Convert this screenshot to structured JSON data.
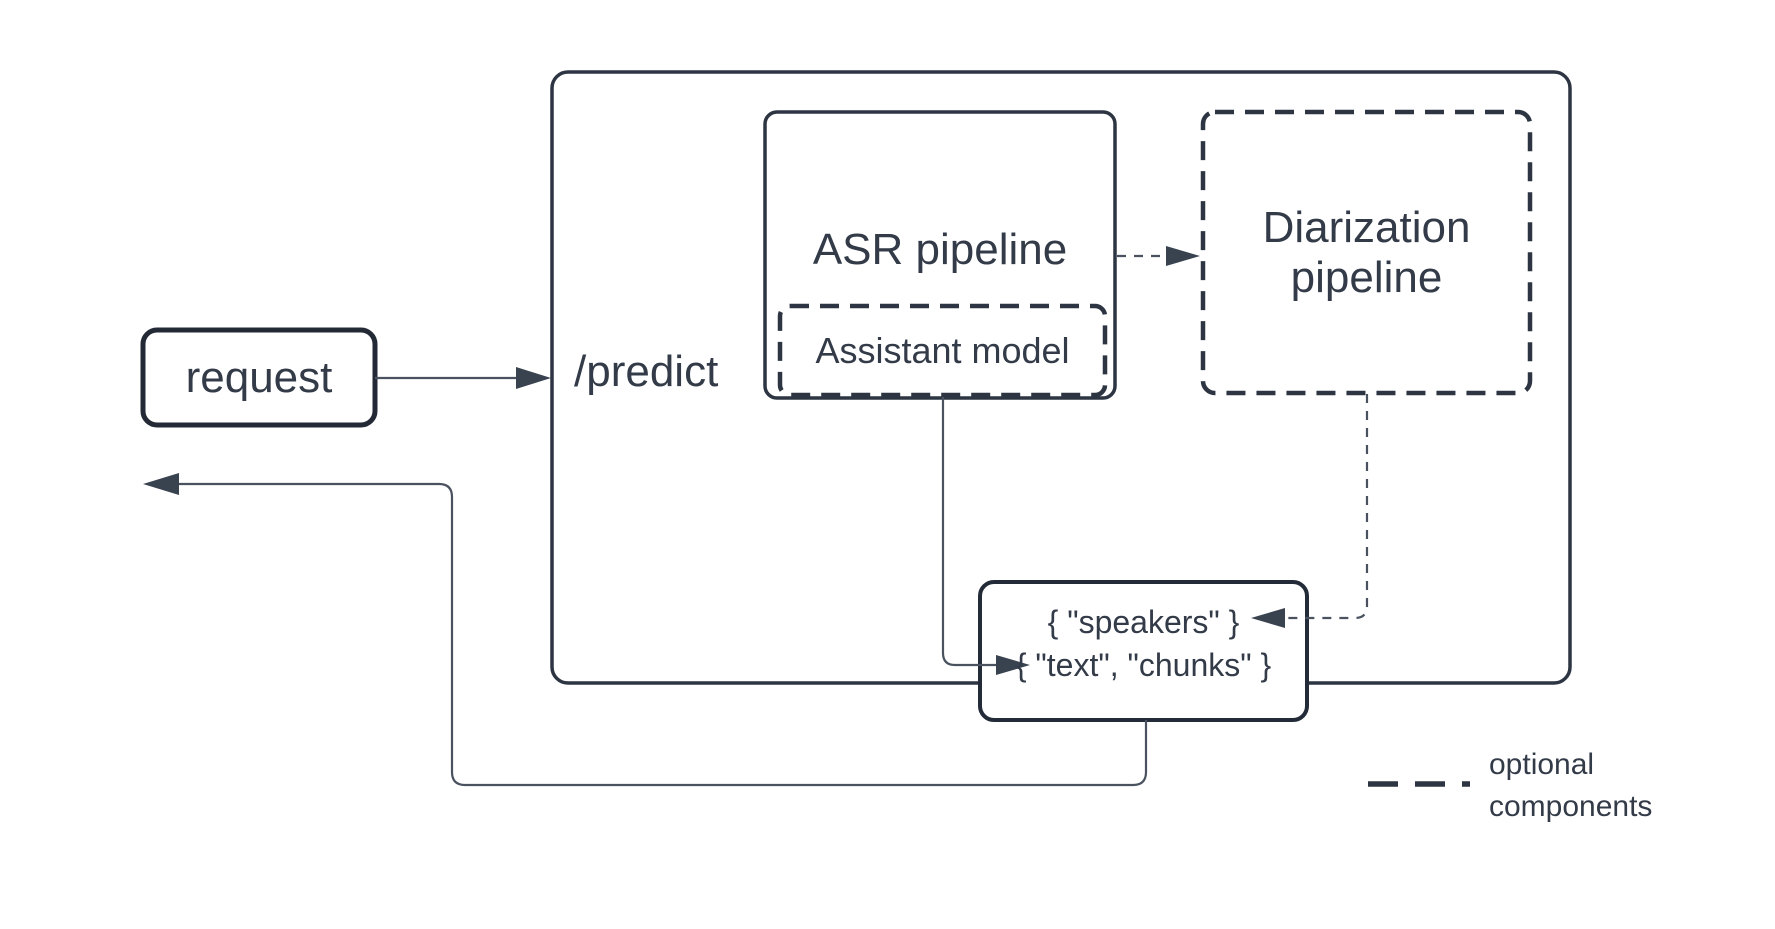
{
  "diagram": {
    "request": {
      "label": "request"
    },
    "predict": {
      "label": "/predict"
    },
    "asr_pipeline": {
      "label": "ASR pipeline"
    },
    "assistant_model": {
      "label": "Assistant model"
    },
    "diarization_pipeline": {
      "label_line1": "Diarization",
      "label_line2": "pipeline"
    },
    "output": {
      "line1": "{ \"speakers\" }",
      "line2": "{ \"text\", \"chunks\" }"
    },
    "legend": {
      "line1": "optional",
      "line2": "components"
    },
    "colors": {
      "ink": "#333b48",
      "box_stroke": "#2d3542",
      "connector": "#4a5260",
      "arrowhead": "#39424f",
      "background": "#ffffff"
    }
  }
}
